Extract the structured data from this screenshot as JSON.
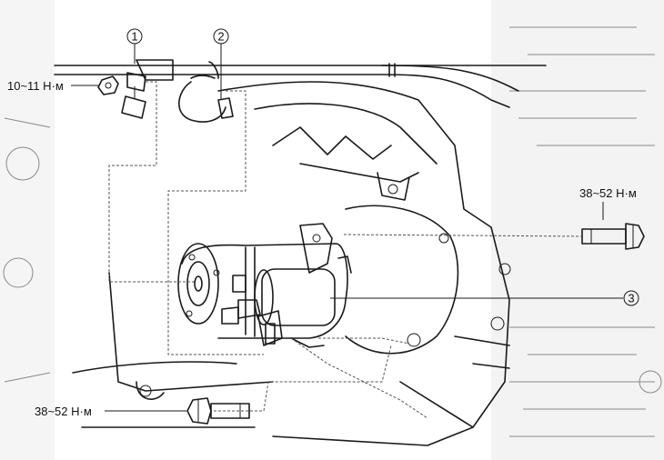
{
  "callouts": [
    {
      "number": "1"
    },
    {
      "number": "2"
    },
    {
      "number": "3"
    }
  ],
  "torque_specs": {
    "nut_left": "10~11 Н·м",
    "bolt_right": "38~52 Н·м",
    "bolt_bottom": "38~52 Н·м"
  }
}
